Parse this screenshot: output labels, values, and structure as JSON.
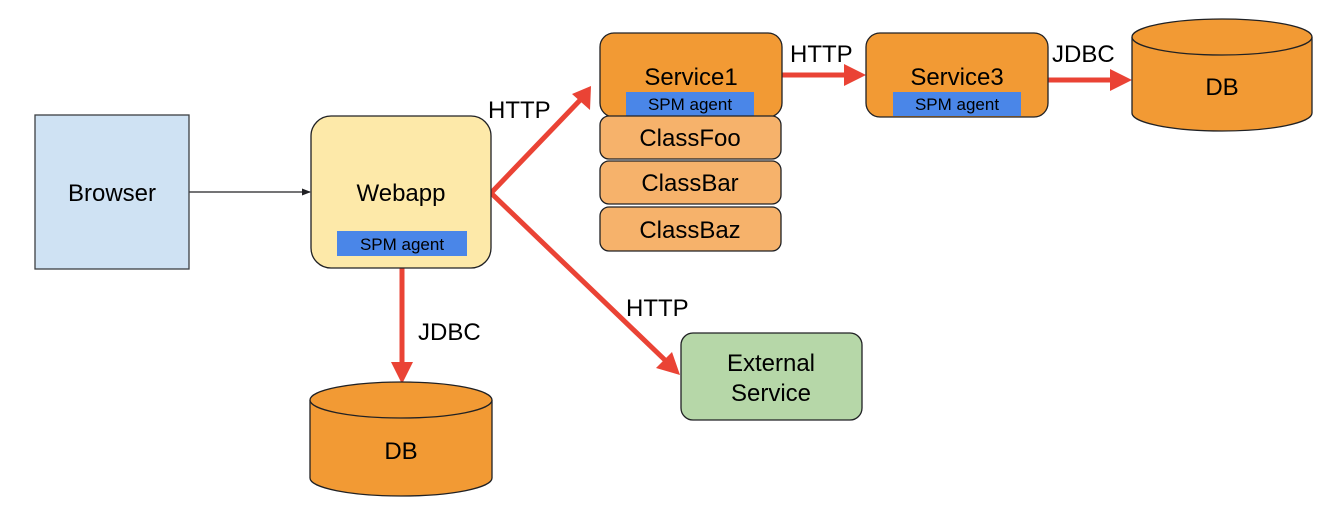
{
  "nodes": {
    "browser": {
      "label": "Browser"
    },
    "webapp": {
      "label": "Webapp",
      "agent": "SPM agent"
    },
    "db_webapp": {
      "label": "DB"
    },
    "service1": {
      "label": "Service1",
      "agent": "SPM agent",
      "classes": [
        "ClassFoo",
        "ClassBar",
        "ClassBaz"
      ]
    },
    "service3": {
      "label": "Service3",
      "agent": "SPM agent"
    },
    "db_service3": {
      "label": "DB"
    },
    "external": {
      "label_line1": "External",
      "label_line2": "Service"
    }
  },
  "edges": {
    "webapp_to_service1": "HTTP",
    "webapp_to_db": "JDBC",
    "webapp_to_external": "HTTP",
    "service1_to_service3": "HTTP",
    "service3_to_db": "JDBC"
  },
  "colors": {
    "browser_fill": "#cfe2f3",
    "browser_stroke": "#3c4043",
    "webapp_fill": "#fde9a9",
    "service_fill": "#f29a34",
    "class_fill": "#f6b26b",
    "external_fill": "#b6d7a8",
    "agent_fill": "#4a86e8",
    "arrow_red": "#ea4335",
    "stroke": "#202124"
  }
}
